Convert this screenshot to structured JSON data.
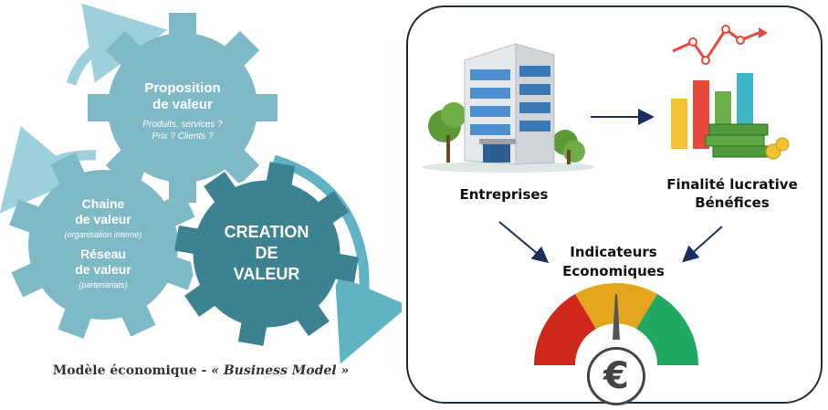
{
  "business_model": {
    "proposition": {
      "title_line1": "Proposition",
      "title_line2": "de valeur",
      "sub_line1": "Produits, services ?",
      "sub_line2": "Prix ? Clients ?"
    },
    "chaine": {
      "title_line1": "Chaine",
      "title_line2": "de valeur",
      "sub": "(organisation interne)"
    },
    "reseau": {
      "title_line1": "Réseau",
      "title_line2": "de valeur",
      "sub": "(partenariats)"
    },
    "creation": {
      "line1": "CREATION",
      "line2": "DE",
      "line3": "VALEUR"
    },
    "caption_prefix": "Modèle économique - ",
    "caption_emph": "« Business Model »"
  },
  "economics": {
    "entreprises": "Entreprises",
    "finalite_line1": "Finalité lucrative",
    "finalite_line2": "Bénéfices",
    "indicateurs_line1": "Indicateurs",
    "indicateurs_line2": "Economiques",
    "currency_symbol": "€"
  },
  "colors": {
    "gear_light": "#7fb9c6",
    "gear_dark": "#3c8290",
    "arrow": "#9cd1dc",
    "arrow_dark": "#5fb3c2",
    "gauge_red": "#d0271c",
    "gauge_orange": "#e3a51d",
    "gauge_green": "#21a862",
    "navy": "#1b2f5e"
  }
}
